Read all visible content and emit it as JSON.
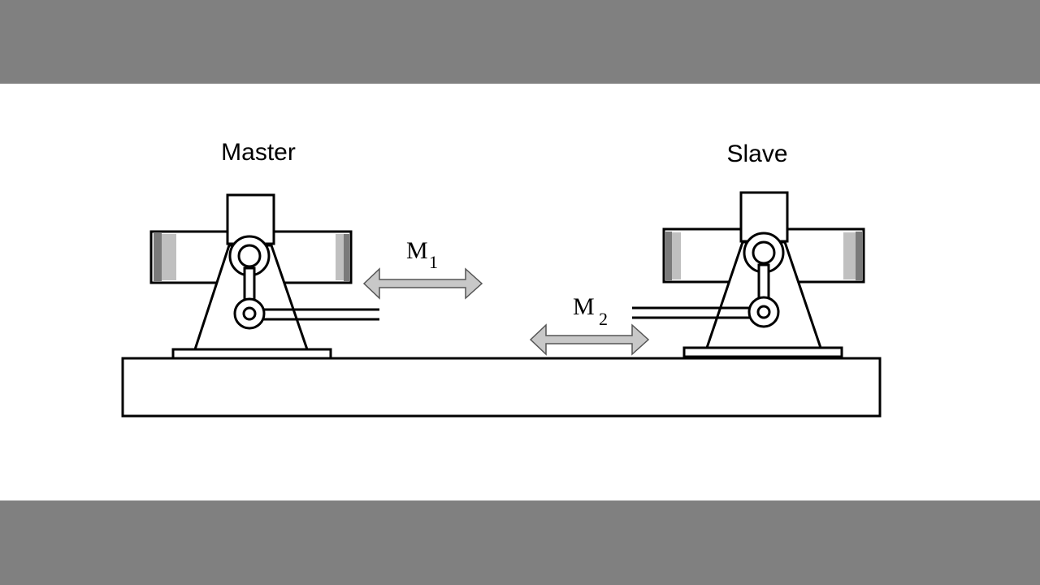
{
  "labels": {
    "master": "Master",
    "slave": "Slave",
    "m1": {
      "main": "M",
      "sub": "1"
    },
    "m2": {
      "main": "M",
      "sub": "2"
    }
  },
  "colors": {
    "band": "#808080",
    "arrow_fill": "#c8c8c8",
    "shade_dark": "#7a7a7a",
    "shade_light": "#c0c0c0"
  }
}
